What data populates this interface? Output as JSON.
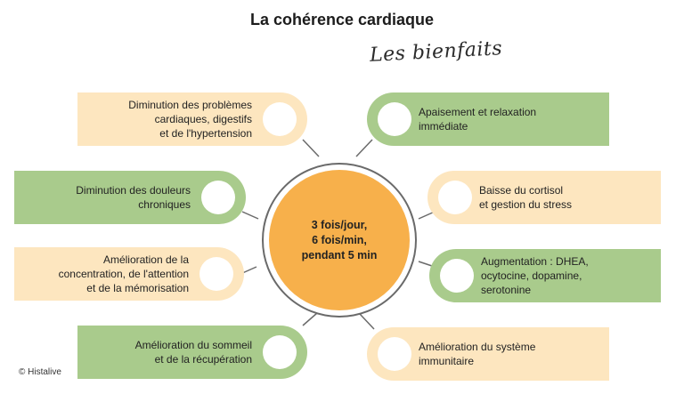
{
  "title": "La cohérence cardiaque",
  "subtitle": "Les bienfaits",
  "center": {
    "text": "3 fois/jour,\n6 fois/min,\npendant 5 min",
    "color": "#f7b04b"
  },
  "colors": {
    "cream": "#fde6bf",
    "green": "#a9cb8c",
    "line": "#6a6a6a"
  },
  "benefits_left": [
    {
      "text": "Diminution des problèmes\ncardiaques, digestifs\net de l'hypertension",
      "color": "#fde6bf"
    },
    {
      "text": "Diminution des douleurs\nchroniques",
      "color": "#a9cb8c"
    },
    {
      "text": "Amélioration de la\nconcentration, de l'attention\net de la mémorisation",
      "color": "#fde6bf"
    },
    {
      "text": "Amélioration du sommeil\net de la récupération",
      "color": "#a9cb8c"
    }
  ],
  "benefits_right": [
    {
      "text": "Apaisement et relaxation\nimmédiate",
      "color": "#a9cb8c"
    },
    {
      "text": "Baisse du cortisol\net gestion du stress",
      "color": "#fde6bf"
    },
    {
      "text": "Augmentation : DHEA,\nocytocine, dopamine,\nserotonine",
      "color": "#a9cb8c"
    },
    {
      "text": "Amélioration du système\nimmunitaire",
      "color": "#fde6bf"
    }
  ],
  "credit": "© Histalive"
}
